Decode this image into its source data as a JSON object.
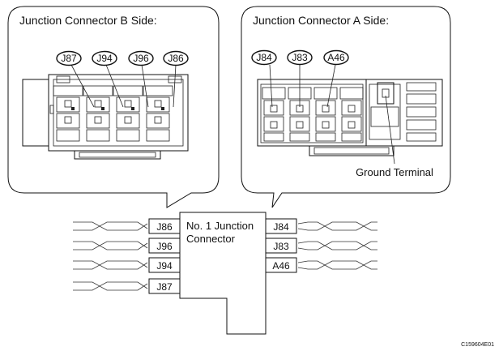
{
  "callout_b": {
    "title": "Junction Connector B Side:",
    "pins": [
      "J87",
      "J94",
      "J96",
      "J86"
    ]
  },
  "callout_a": {
    "title": "Junction Connector A Side:",
    "pins": [
      "J84",
      "J83",
      "A46"
    ],
    "ground_label": "Ground Terminal"
  },
  "junction": {
    "label_line1": "No. 1 Junction",
    "label_line2": "Connector",
    "left_pins": [
      "J86",
      "J96",
      "J94",
      "J87"
    ],
    "right_pins": [
      "J84",
      "J83",
      "A46"
    ]
  },
  "figure_code": "C159604E01"
}
